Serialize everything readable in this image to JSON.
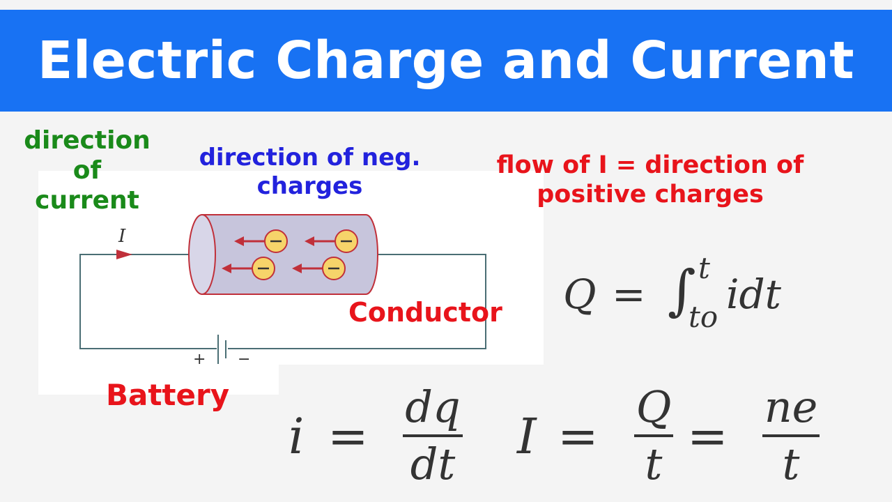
{
  "title": "Electric Charge and Current",
  "labels": {
    "direction_current": [
      "direction",
      "of",
      "current"
    ],
    "neg_charges": [
      "direction of neg.",
      "charges"
    ],
    "flow_of_i": [
      "flow of I = direction of",
      "positive charges"
    ],
    "conductor": "Conductor",
    "battery": "Battery"
  },
  "diagram": {
    "current_symbol": "I",
    "charge_symbol": "−",
    "battery_plus": "+",
    "battery_minus": "−"
  },
  "equations": {
    "integral": {
      "lhs": "Q",
      "eq": "=",
      "sign": "∫",
      "upper": "t",
      "lower": "to",
      "integrand": "idt"
    },
    "i_def": {
      "lhs": "i",
      "eq": "=",
      "num": "dq",
      "den": "dt"
    },
    "I_def": {
      "lhs": "I",
      "eq1": "=",
      "num1": "Q",
      "den1": "t",
      "eq2": "=",
      "num2": "ne",
      "den2": "t"
    }
  },
  "colors": {
    "banner": "#1872f3",
    "green_label": "#1a8a1a",
    "blue_label": "#2222dd",
    "red_label": "#e8141b",
    "conductor_fill": "#c7c5dc",
    "charge_fill": "#f6d46a",
    "arrow": "#c0303a"
  }
}
